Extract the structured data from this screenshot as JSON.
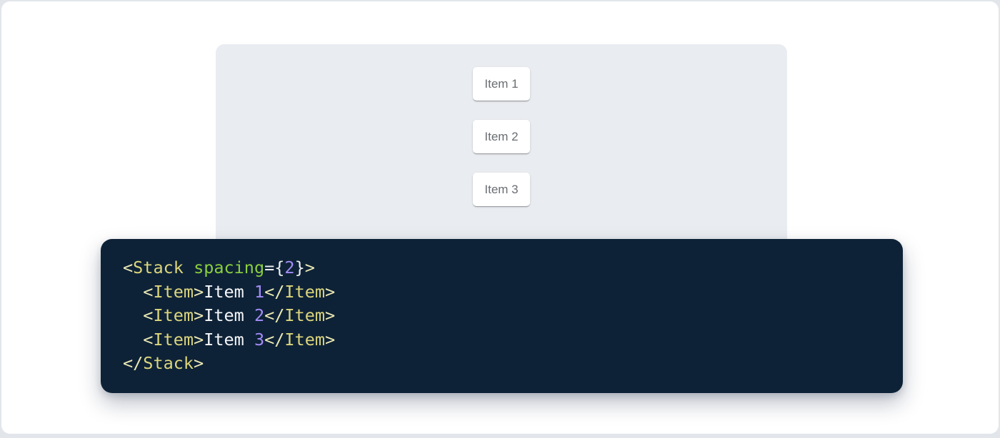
{
  "page": {
    "background": "#e2e6ea",
    "card_background": "#ffffff"
  },
  "demo": {
    "background": "#e9ecf0",
    "item_card_background": "#ffffff",
    "item_text_color": "#696d72",
    "items": [
      {
        "label": "Item 1"
      },
      {
        "label": "Item 2"
      },
      {
        "label": "Item 3"
      }
    ]
  },
  "code": {
    "background": "#0e2237",
    "token_colors": {
      "bracket": "#eceab4",
      "tag": "#dcd67c",
      "attr": "#8bcf3f",
      "op": "#eef1f3",
      "num": "#a38cf8",
      "plain": "#f5f7f9"
    },
    "source_text": "<Stack spacing={2}>\n  <Item>Item 1</Item>\n  <Item>Item 2</Item>\n  <Item>Item 3</Item>\n</Stack>",
    "lines": [
      [
        {
          "t": "bracket",
          "s": "<"
        },
        {
          "t": "tag",
          "s": "Stack"
        },
        {
          "t": "plain",
          "s": " "
        },
        {
          "t": "attr",
          "s": "spacing"
        },
        {
          "t": "op",
          "s": "="
        },
        {
          "t": "op",
          "s": "{"
        },
        {
          "t": "num",
          "s": "2"
        },
        {
          "t": "op",
          "s": "}"
        },
        {
          "t": "bracket",
          "s": ">"
        }
      ],
      [
        {
          "t": "plain",
          "s": "  "
        },
        {
          "t": "bracket",
          "s": "<"
        },
        {
          "t": "tag",
          "s": "Item"
        },
        {
          "t": "bracket",
          "s": ">"
        },
        {
          "t": "plain",
          "s": "Item "
        },
        {
          "t": "num",
          "s": "1"
        },
        {
          "t": "bracket",
          "s": "</"
        },
        {
          "t": "tag",
          "s": "Item"
        },
        {
          "t": "bracket",
          "s": ">"
        }
      ],
      [
        {
          "t": "plain",
          "s": "  "
        },
        {
          "t": "bracket",
          "s": "<"
        },
        {
          "t": "tag",
          "s": "Item"
        },
        {
          "t": "bracket",
          "s": ">"
        },
        {
          "t": "plain",
          "s": "Item "
        },
        {
          "t": "num",
          "s": "2"
        },
        {
          "t": "bracket",
          "s": "</"
        },
        {
          "t": "tag",
          "s": "Item"
        },
        {
          "t": "bracket",
          "s": ">"
        }
      ],
      [
        {
          "t": "plain",
          "s": "  "
        },
        {
          "t": "bracket",
          "s": "<"
        },
        {
          "t": "tag",
          "s": "Item"
        },
        {
          "t": "bracket",
          "s": ">"
        },
        {
          "t": "plain",
          "s": "Item "
        },
        {
          "t": "num",
          "s": "3"
        },
        {
          "t": "bracket",
          "s": "</"
        },
        {
          "t": "tag",
          "s": "Item"
        },
        {
          "t": "bracket",
          "s": ">"
        }
      ],
      [
        {
          "t": "bracket",
          "s": "</"
        },
        {
          "t": "tag",
          "s": "Stack"
        },
        {
          "t": "bracket",
          "s": ">"
        }
      ]
    ]
  }
}
